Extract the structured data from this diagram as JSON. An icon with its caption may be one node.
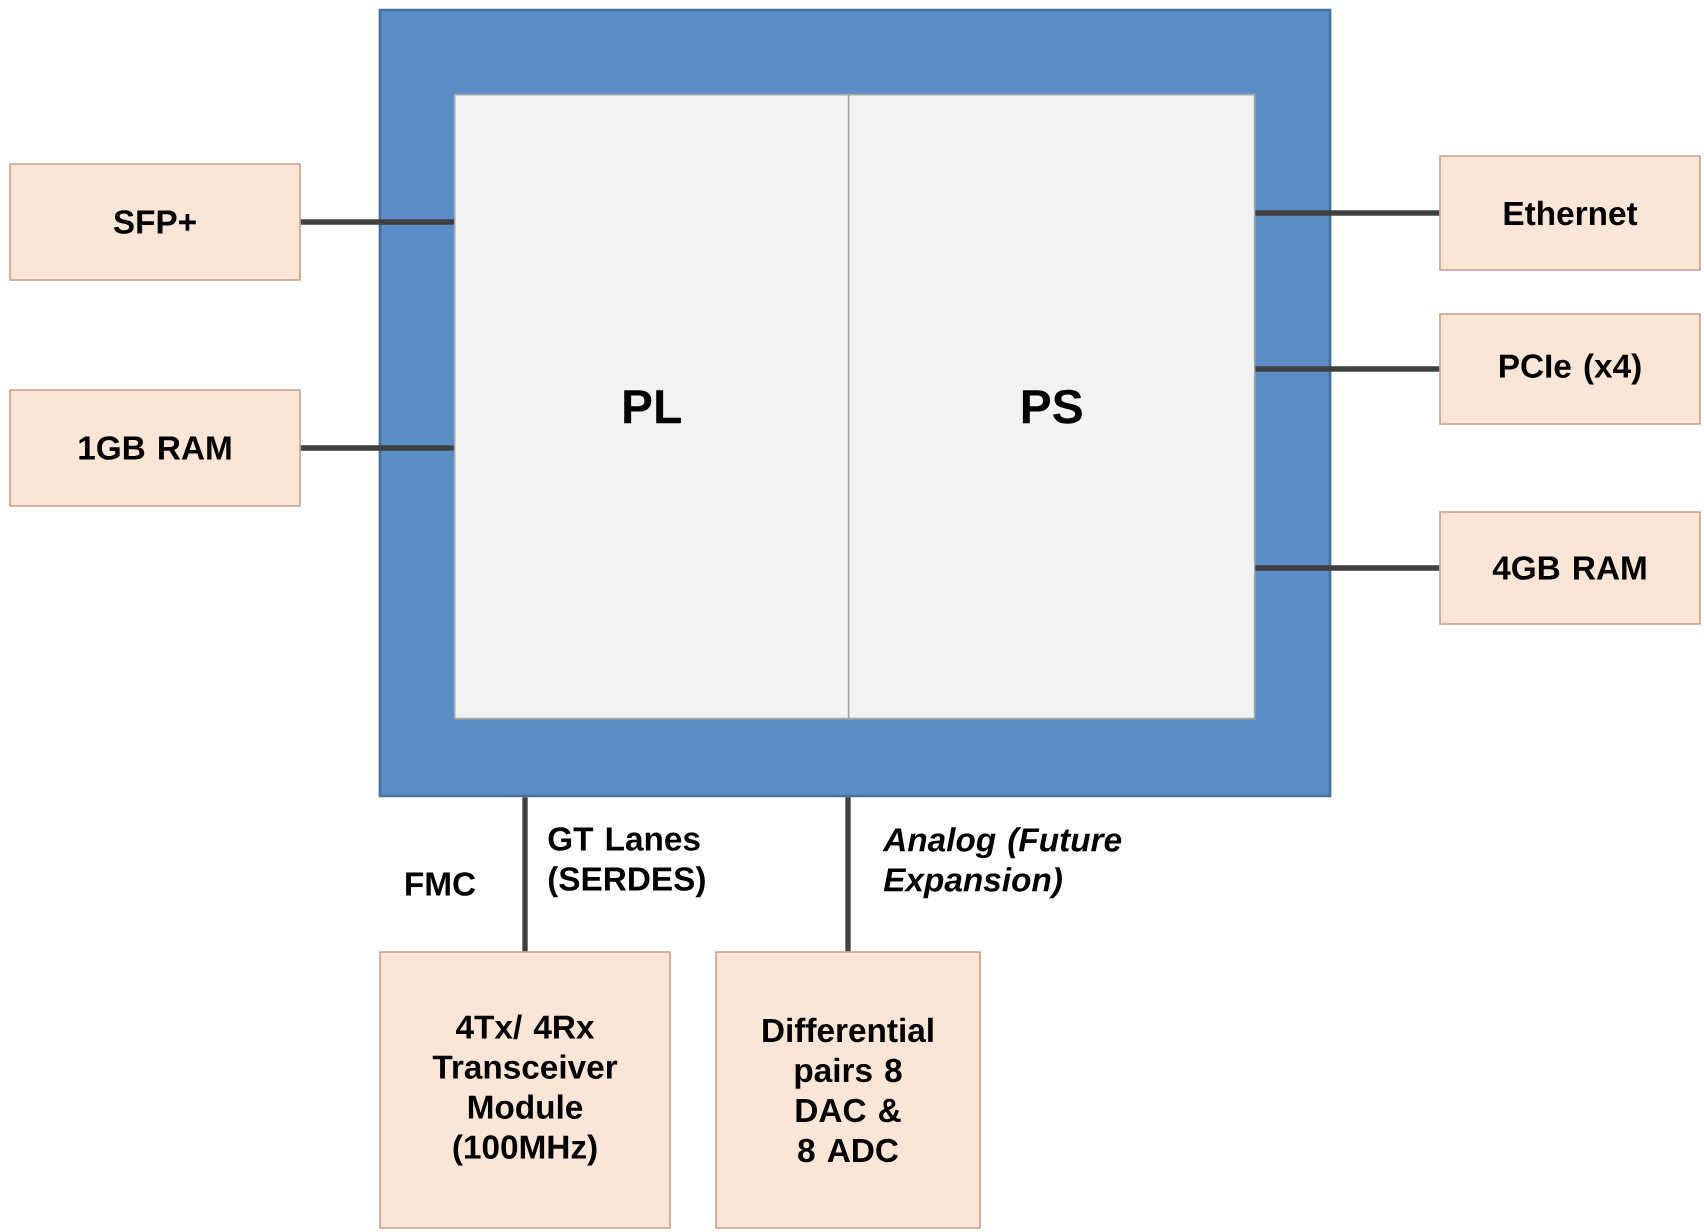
{
  "diagram": {
    "nodes": [
      {
        "text": [],
        "shape": "box"
      },
      {
        "text": [
          "PL"
        ],
        "in": 0
      },
      {
        "text": [
          "PS"
        ],
        "in": 0
      },
      {
        "text": [
          "SFP+"
        ]
      },
      {
        "text": [
          "1GB RAM"
        ]
      },
      {
        "text": [
          "Ethernet"
        ]
      },
      {
        "text": [
          "PCIe (x4)"
        ]
      },
      {
        "text": [
          "4GB RAM"
        ]
      },
      {
        "text": [
          "4Tx/ 4Rx Transceiver Module (100MHz)"
        ]
      },
      {
        "text": [
          "Differential pairs 8 DAC & 8 ADC"
        ]
      }
    ],
    "edges": [
      {
        "from": 3,
        "to": 1,
        "arrow": "none"
      },
      {
        "from": 4,
        "to": 1,
        "arrow": "none"
      },
      {
        "from": 5,
        "to": 2,
        "arrow": "none"
      },
      {
        "from": 6,
        "to": 2,
        "arrow": "none"
      },
      {
        "from": 7,
        "to": 2,
        "arrow": "none"
      },
      {
        "from": 0,
        "to": 8,
        "arrow": "none",
        "label": "GT Lanes (SERDES)"
      },
      {
        "from": 0,
        "to": 9,
        "arrow": "none",
        "label": "Analog (Future Expansion)"
      }
    ],
    "labels": [
      "FMC"
    ]
  }
}
